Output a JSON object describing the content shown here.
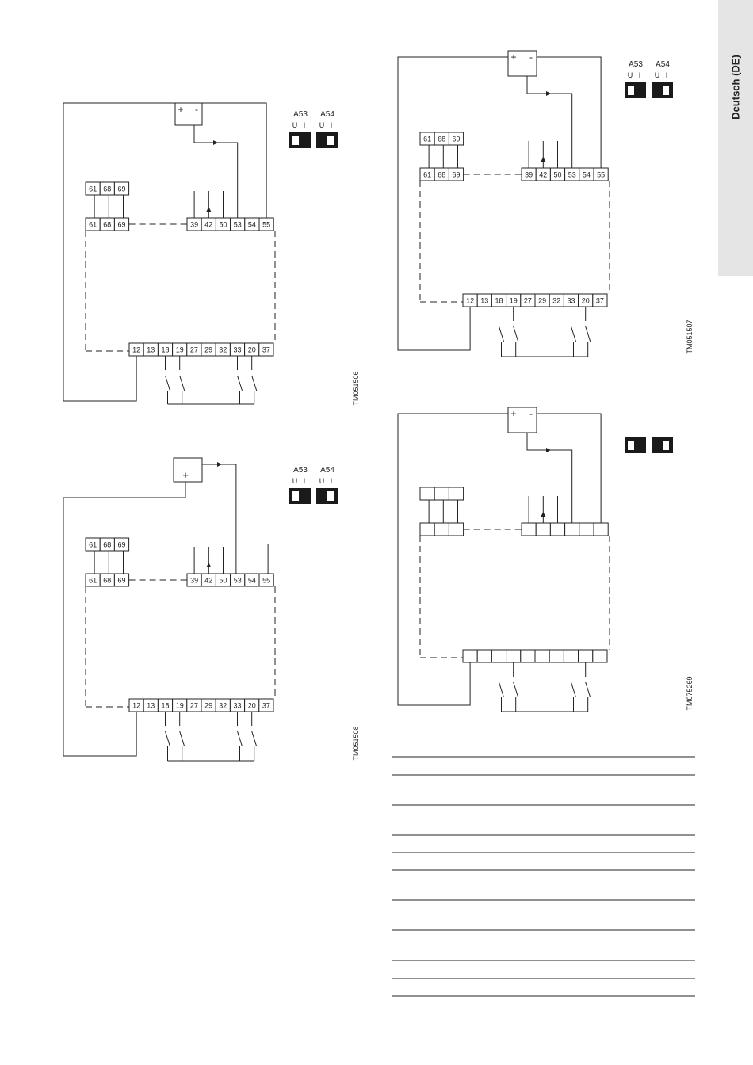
{
  "side_tab": {
    "label": "Deutsch (DE)"
  },
  "colors": {
    "line": "#222222",
    "tab_background": "#e5e5e5",
    "switch_fill": "#1a1a1a"
  },
  "diagrams": [
    {
      "id": "d1",
      "source": "supply",
      "source_labels": {
        "plus": "+",
        "minus": "-"
      },
      "dip": {
        "a53": "A53",
        "a54": "A54",
        "u": "U",
        "i": "I",
        "show_labels": true
      },
      "relay_labels": [
        "61",
        "68",
        "69"
      ],
      "top_labels": [
        "39",
        "42",
        "50",
        "53",
        "54",
        "55"
      ],
      "bottom_labels": [
        "12",
        "13",
        "18",
        "19",
        "27",
        "29",
        "32",
        "33",
        "20",
        "37"
      ],
      "code": "TM051506"
    },
    {
      "id": "d2",
      "source": "sensor",
      "source_labels": {
        "plus": "+",
        "minus": ""
      },
      "dip": {
        "a53": "A53",
        "a54": "A54",
        "u": "U",
        "i": "I",
        "show_labels": true
      },
      "relay_labels": [
        "61",
        "68",
        "69"
      ],
      "top_labels": [
        "39",
        "42",
        "50",
        "53",
        "54",
        "55"
      ],
      "bottom_labels": [
        "12",
        "13",
        "18",
        "19",
        "27",
        "29",
        "32",
        "33",
        "20",
        "37"
      ],
      "code": "TM051508"
    },
    {
      "id": "d3",
      "source": "supply",
      "source_labels": {
        "plus": "+",
        "minus": "-"
      },
      "dip": {
        "a53": "A53",
        "a54": "A54",
        "u": "U",
        "i": "I",
        "show_labels": true
      },
      "relay_labels": [
        "61",
        "68",
        "69"
      ],
      "top_labels": [
        "39",
        "42",
        "50",
        "53",
        "54",
        "55"
      ],
      "bottom_labels": [
        "12",
        "13",
        "18",
        "19",
        "27",
        "29",
        "32",
        "33",
        "20",
        "37"
      ],
      "code": "TM051507"
    },
    {
      "id": "d4",
      "source": "supply",
      "source_labels": {
        "plus": "+",
        "minus": "-"
      },
      "dip": {
        "a53": "",
        "a54": "",
        "u": "",
        "i": "",
        "show_labels": false
      },
      "relay_labels": [
        "",
        "",
        ""
      ],
      "top_labels": [
        "",
        "",
        "",
        "",
        "",
        ""
      ],
      "bottom_labels": [
        "",
        "",
        "",
        "",
        "",
        "",
        "",
        "",
        "",
        ""
      ],
      "code": "TM075269"
    }
  ],
  "table": {
    "rows": 11
  }
}
